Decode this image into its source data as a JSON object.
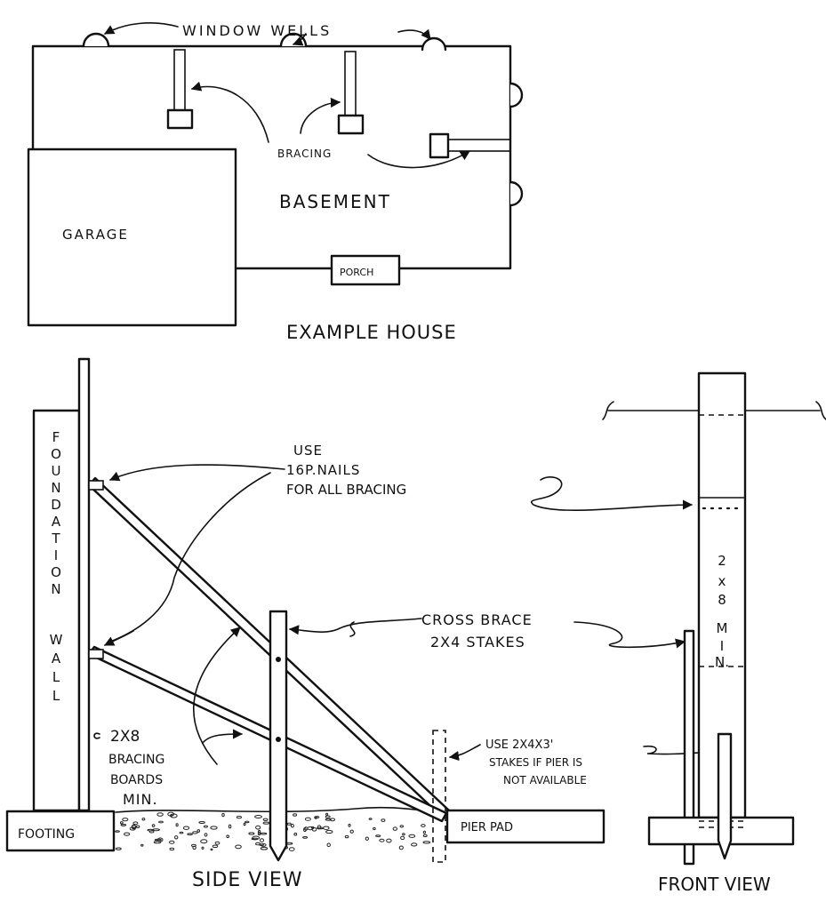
{
  "plan": {
    "window_wells_label": "WINDOW WELLS",
    "bracing_label": "BRACING",
    "basement_label": "BASEMENT",
    "garage_label": "GARAGE",
    "porch_label": "PORCH",
    "caption": "EXAMPLE HOUSE"
  },
  "side_view": {
    "wall_letters_top": [
      "F",
      "O",
      "U",
      "N",
      "D",
      "A",
      "T",
      "I",
      "O",
      "N"
    ],
    "wall_letters_bottom": [
      "W",
      "A",
      "L",
      "L"
    ],
    "nails_note": [
      "USE",
      "16P.NAILS",
      "FOR ALL BRACING"
    ],
    "cross_brace_note": [
      "CROSS BRACE",
      "2X4 STAKES"
    ],
    "bracing_boards_note": [
      "2X8",
      "BRACING",
      "BOARDS",
      "MIN."
    ],
    "stakes_note": [
      "USE 2X4X3'",
      "STAKES IF PIER IS",
      "NOT AVAILABLE"
    ],
    "footing_label": "FOOTING",
    "pier_pad_label": "PIER PAD",
    "caption": "SIDE VIEW"
  },
  "front_view": {
    "board_letters": [
      "2",
      "x",
      "8",
      "M",
      "I",
      "N."
    ],
    "caption": "FRONT VIEW"
  }
}
